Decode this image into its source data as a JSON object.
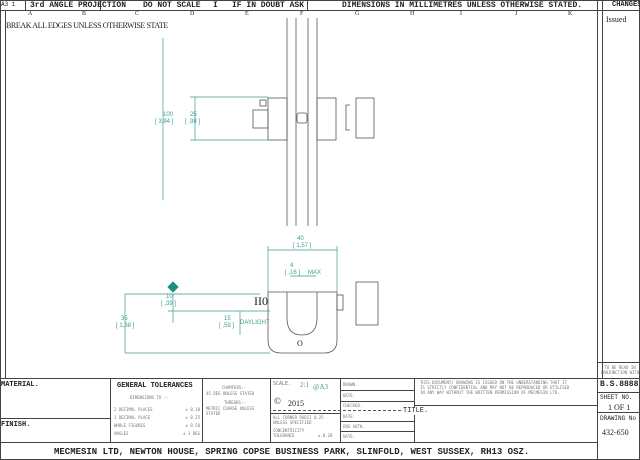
{
  "header": {
    "sheet_ref": "A3 1",
    "projection": "3rd ANGLE PROJECTION",
    "do_not_scale": "DO NOT SCALE",
    "sep": "I",
    "if_in_doubt": "IF IN DOUBT ASK",
    "dimensions_note": "DIMENSIONS IN MILLIMETRES UNLESS OTHERWISE STATED.",
    "changes": "CHANGES",
    "grid_letters": [
      "A",
      "B",
      "C",
      "D",
      "E",
      "F",
      "G",
      "H",
      "I",
      "J",
      "K"
    ],
    "break_edges_note": "BREAK ALL EDGES UNLESS OTHERWISE STATE",
    "issued": "Issued"
  },
  "drawing": {
    "accent_color": "#3a9e92",
    "top_view": {
      "dim_overall": "100",
      "dim_overall_in": "[ 3,94 ]",
      "dim_block": "25",
      "dim_block_in": "[ ,98 ]"
    },
    "front_view": {
      "dim_width": "40",
      "dim_width_in": "[ 1,57 ]",
      "dim_gap": "4",
      "dim_gap_in": "[ ,16 ]",
      "dim_gap_note": "MAX",
      "dim_10": "10",
      "dim_10_in": "[ ,39 ]",
      "dim_35": "35",
      "dim_35_in": "[ 1,38 ]",
      "dim_15": "15",
      "dim_15_in": "[ ,59 ]",
      "daylight": "DAYLIGHT",
      "label_ii0": "II0",
      "label_o": "O"
    }
  },
  "title_block": {
    "material": "MATERIAL.",
    "finish": "FINISH.",
    "general_tolerances": "GENERAL TOLERANCES",
    "dimensions_to": "DIMENSIONS TO :-",
    "tolerances": [
      {
        "label": "2 DECIMAL PLACES",
        "value": "± 0.10"
      },
      {
        "label": "1 DECIMAL PLACE",
        "value": "± 0.25"
      },
      {
        "label": "WHOLE FIGURES",
        "value": "± 0.50"
      },
      {
        "label": "ANGLES",
        "value": "± 1 DEG"
      }
    ],
    "chamfers": "CHAMFERS:-",
    "chamfers_note": "45 DEG UNLESS STATED",
    "threads": "THREADS:-",
    "threads_note": "METRIC COARSE UNLESS STATED",
    "scale_label": "SCALE.",
    "scale_value": "2:1",
    "paper_size": "@A3",
    "copyright": "©",
    "year": "2015",
    "corner_note": "ALL CORNER RADII 0.25 UNLESS SPECIFIED",
    "concentricity": "CONCENTRICITY TOLERANCE",
    "concentricity_value": "± 0.20",
    "drawn": "DRAWN.",
    "date1": "DATE.",
    "checked": "CHECKED.",
    "date2": "DATE.",
    "eng_auth": "ENG AUTH.",
    "date3": "DATE.",
    "confidential": "THIS DOCUMENT/ DRAWING IS ISSUED ON THE UNDERSTANDING THAT IT IS STRICTLY CONFIDENTIAL AND MAY NOT BE REPRODUCED OR UTILISED IN ANY WAY WITHOUT THE WRITTEN PERMISSION OF MECMESIN LTD.",
    "title": "TITLE.",
    "bs_note": "TO BE READ IN CONJUNCTION WITH",
    "bs_number": "B.S.8888",
    "sheet_no_label": "SHEET NO.",
    "sheet_no": "1 OF 1",
    "drawing_no_label": "DRAWING No",
    "drawing_no": "432-650",
    "company": "MECMESIN LTD, NEWTON HOUSE, SPRING COPSE BUSINESS PARK, SLINFOLD, WEST SUSSEX, RH13 OSZ."
  }
}
